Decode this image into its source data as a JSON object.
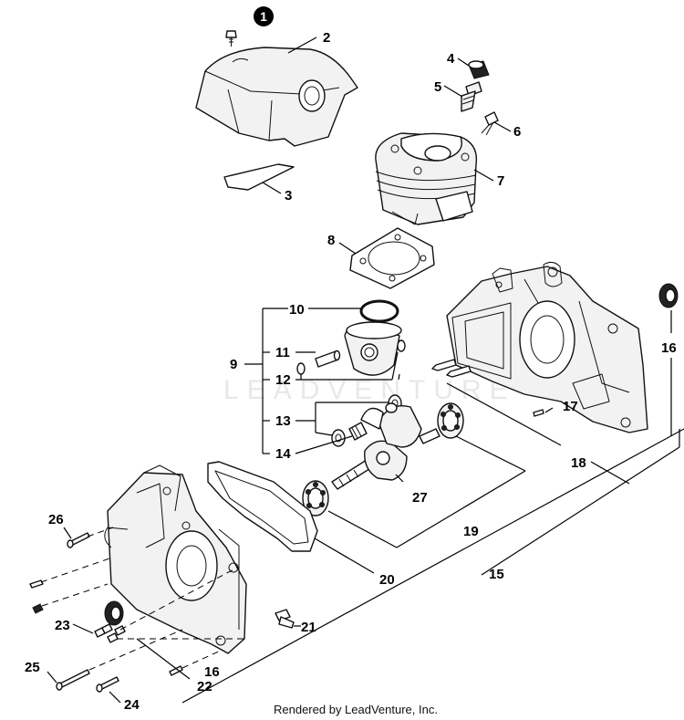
{
  "watermark": "LEADVENTURE",
  "footer": "Rendered by LeadVenture, Inc.",
  "callouts": {
    "c1": "1",
    "c2": "2",
    "c3": "3",
    "c4": "4",
    "c5": "5",
    "c6": "6",
    "c7": "7",
    "c8": "8",
    "c9": "9",
    "c10": "10",
    "c11": "11",
    "c12": "12",
    "c13": "13",
    "c14": "14",
    "c15": "15",
    "c16a": "16",
    "c16b": "16",
    "c17": "17",
    "c18": "18",
    "c19": "19",
    "c20": "20",
    "c21": "21",
    "c22": "22",
    "c23": "23",
    "c24": "24",
    "c25": "25",
    "c26": "26",
    "c27": "27"
  }
}
